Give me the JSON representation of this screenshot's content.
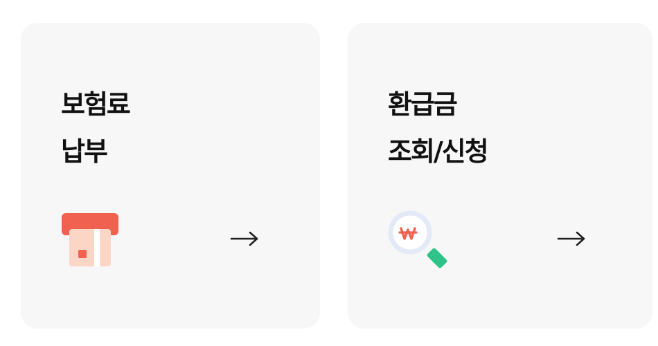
{
  "cards": [
    {
      "title_line1": "보험료",
      "title_line2": "납부",
      "icon": "payment-card-icon",
      "arrow_icon": "arrow-right-icon"
    },
    {
      "title_line1": "환급금",
      "title_line2": "조회/신청",
      "icon": "refund-search-icon",
      "arrow_icon": "arrow-right-icon"
    }
  ],
  "colors": {
    "card_background": "#f7f7f7",
    "title_text": "#111111",
    "arrow": "#222222",
    "card_icon_red": "#f0614f",
    "card_icon_peach": "#fbd6c7",
    "search_ring": "#e4e9f7",
    "search_won": "#f0614f",
    "search_handle": "#2fc38a"
  }
}
